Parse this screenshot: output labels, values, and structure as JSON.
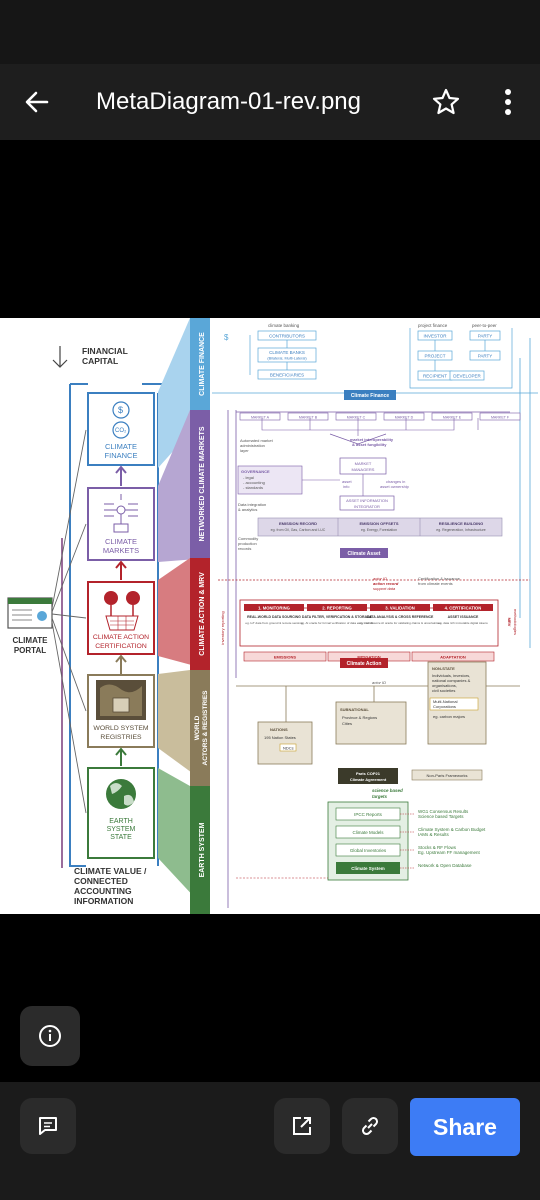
{
  "header": {
    "title": "MetaDiagram-01-rev.png"
  },
  "actions": {
    "share_label": "Share"
  },
  "icons": {
    "back": "arrow-left-icon",
    "favorite": "star-icon",
    "more": "more-vertical-icon",
    "info": "info-icon",
    "comment": "comment-icon",
    "open": "open-external-icon",
    "link": "link-icon"
  },
  "colors": {
    "finance": "#5aa7d8",
    "markets": "#7b5ea7",
    "action": "#b3232b",
    "registries": "#8a7b5a",
    "earth": "#3b7a3b",
    "share": "#3d7cf5"
  },
  "diagram": {
    "left": {
      "financial_capital": [
        "FINANCIAL",
        "CAPITAL"
      ],
      "climate_finance": [
        "CLIMATE",
        "FINANCE"
      ],
      "climate_markets": [
        "CLIMATE",
        "MARKETS"
      ],
      "climate_action_cert": [
        "CLIMATE ACTION",
        "CERTIFICATION"
      ],
      "world_system_registries": [
        "WORLD SYSTEM",
        "REGISTRIES"
      ],
      "earth_system_state": [
        "EARTH",
        "SYSTEM",
        "STATE"
      ],
      "climate_portal": [
        "CLIMATE",
        "PORTAL"
      ],
      "climate_value": [
        "CLIMATE VALUE /",
        "CONNECTED",
        "ACCOUNTING",
        "INFORMATION"
      ]
    },
    "bands": {
      "finance": "CLIMATE FINANCE",
      "markets": "NETWORKED CLIMATE MARKETS",
      "action": "CLIMATE ACTION & MRV",
      "registries": [
        "WORLD",
        "ACTORS & REGISTRIES"
      ],
      "earth": "EARTH SYSTEM"
    },
    "finance": {
      "climate_banking": "climate banking",
      "contributors": "CONTRIBUTORS",
      "climate_banks": "CLIMATE BANKS",
      "climate_banks_sub": "(Bilateral, Multi-Lateral)",
      "beneficiaries": "BENEFICIARIES",
      "project_finance": "project finance",
      "peer_to_peer": "peer-to-peer",
      "investor": "INVESTOR",
      "project": "PROJECT",
      "recipient": "RECIPIENT",
      "developer": "DEVELOPER",
      "party1": "PARTY",
      "party2": "PARTY",
      "climate_finance_node": "Climate Finance"
    },
    "markets": {
      "market_labels": [
        "MARKET A",
        "MARKET B",
        "MARKET C",
        "MARKET D",
        "MARKET E",
        "MARKET F"
      ],
      "automated_1": "Automated market",
      "automated_2": "administration",
      "automated_3": "layer",
      "interop_1": "market interoperability",
      "interop_2": "& asset fungibility",
      "market_managers": [
        "MARKET",
        "MANAGERS"
      ],
      "governance": "GOVERNANCE",
      "governance_items": [
        "- legal",
        "- accounting",
        "- standards"
      ],
      "asset_info": [
        "asset",
        "info"
      ],
      "changes": [
        "changes in",
        "asset ownership"
      ],
      "asset_integrator": [
        "ASSET INFORMATION",
        "INTEGRATOR"
      ],
      "data_integration": [
        "Data integration",
        "& analytics"
      ],
      "emission_record": "EMISSION RECORD",
      "emission_record_sub": "eg. from Oil, Gas, Carbon and LUC",
      "emission_offsets": "EMISSION OFFSETS",
      "emission_offsets_sub": "eg. Energy, Forestation",
      "resilience": "RESILIENCE BUILDING",
      "resilience_sub": "eg. Regeneration, Infrastructure",
      "commodity": [
        "Commodity",
        "production",
        "records"
      ],
      "climate_asset": "Climate Asset"
    },
    "action": {
      "actor_id": "actor ID",
      "action_record": "action record",
      "support_data": "support data",
      "cert_issuance": [
        "Certification & issuance",
        "from climate events"
      ],
      "inventory_reporting": "inventory reporting",
      "mrv_methodologies": [
        "MRV",
        "methodologies"
      ],
      "steps": [
        {
          "head": "1. MONITORING",
          "title": "REAL-WORLD DATA SOURCING",
          "sub": "eg. IoT data from ground & remote sensing"
        },
        {
          "head": "2. REPORTING",
          "title": "DATA FILTER, VERIFICATION & STORAGE",
          "sub": "eg. AI oracle for formal verification of data entry into db"
        },
        {
          "head": "3. VALIDATION",
          "title": "DATA ANALYSIS & CROSS REFERENCE",
          "sub": "eg. multi-source AI oracle for validating claims & uncertainties"
        },
        {
          "head": "4. CERTIFICATION",
          "title": "ASSET ISSUANCE",
          "sub": "eg. data rich immutable digital tokens"
        }
      ],
      "emissions": "EMISSIONS",
      "mitigation": "MITIGATION",
      "adaptation": "ADAPTATION",
      "climate_action_node": "Climate Action"
    },
    "registries": {
      "actor_id": "actor ID",
      "non_state": "NON-STATE",
      "non_state_sub": [
        "Individuals, investors,",
        "national companies &",
        "organisations,",
        "civil societies"
      ],
      "multi_national": [
        "Multi-National",
        "Corporations"
      ],
      "carbon_majors": "eg. carbon majors",
      "subnational": "SUBNATIONAL",
      "subnational_sub": [
        "Province & Regions",
        "Cities"
      ],
      "nations": "NATIONS",
      "nations_sub": "195 Nation States",
      "ndcs": "NDCs",
      "paris": [
        "Paris COP21",
        "Climate Agreement"
      ],
      "non_paris": "Non-Paris Frameworks"
    },
    "earth": {
      "science_based": [
        "science based",
        "targets"
      ],
      "ipcc": "IPCC Reports",
      "models": "Climate Models",
      "inventories": "Global Inventories",
      "climate_system": "Climate System",
      "notes": [
        [
          "WG1 Consensus Results",
          "Science based Targets"
        ],
        [
          "Climate System & Carbon Budget",
          "IAMs & Results"
        ],
        [
          "Stocks & RF Flows",
          "Eg. Upstream FF management"
        ],
        [
          "Network & Open Database"
        ]
      ]
    }
  }
}
